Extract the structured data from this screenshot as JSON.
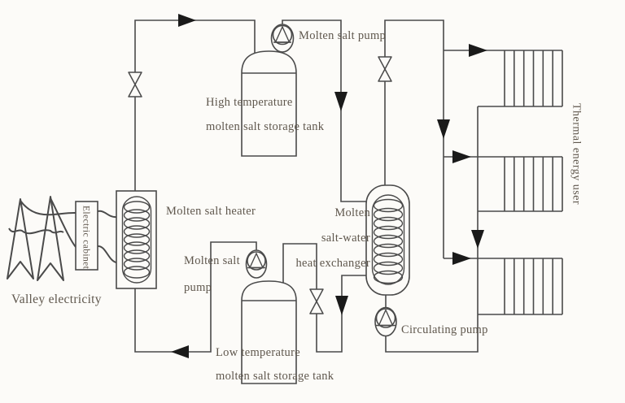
{
  "labels": {
    "molten_salt_pump_top": "Molten salt pump",
    "high_temp_tank": {
      "line1": "High temperature",
      "line2": "molten salt storage tank"
    },
    "molten_salt_heater": "Molten salt heater",
    "heat_exchanger": {
      "line1": "Molten",
      "line2": "salt-water",
      "line3": "heat exchanger"
    },
    "molten_salt_pump_low": {
      "line1": "Molten salt",
      "line2": "pump"
    },
    "low_temp_tank": {
      "line1": "Low temperature",
      "line2": "molten salt storage tank"
    },
    "circulating_pump": "Circulating pump",
    "valley_electricity": "Valley electricity",
    "electric_cabinet": "Electric cabinet",
    "thermal_energy_user": "Thermal energy user"
  },
  "colors": {
    "line": "#4a4a4a",
    "arrow": "#1a1a1a",
    "text": "#5f574d",
    "background": "#fcfbf8"
  }
}
